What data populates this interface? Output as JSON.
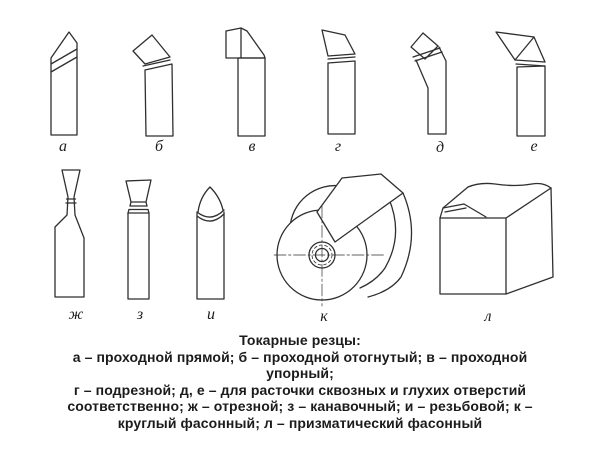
{
  "diagram": {
    "background": "#ffffff",
    "line_color": "#2f2f2f",
    "text_color": "#1b1b1b"
  },
  "figure_labels": {
    "a": "а",
    "b": "б",
    "v": "в",
    "g": "г",
    "d": "д",
    "e": "е",
    "zh": "ж",
    "z": "з",
    "i": "и",
    "k": "к",
    "l": "л"
  },
  "caption": {
    "title": "Токарные резцы:",
    "lines": [
      "а – проходной прямой; б – проходной отогнутый; в – проходной",
      "упорный;",
      "г – подрезной; д, е – для расточки сквозных и глухих отверстий",
      "соответственно; ж – отрезной; з – канавочный; и – резьбовой; к –",
      "круглый фасонный; л – призматический фасонный"
    ]
  }
}
